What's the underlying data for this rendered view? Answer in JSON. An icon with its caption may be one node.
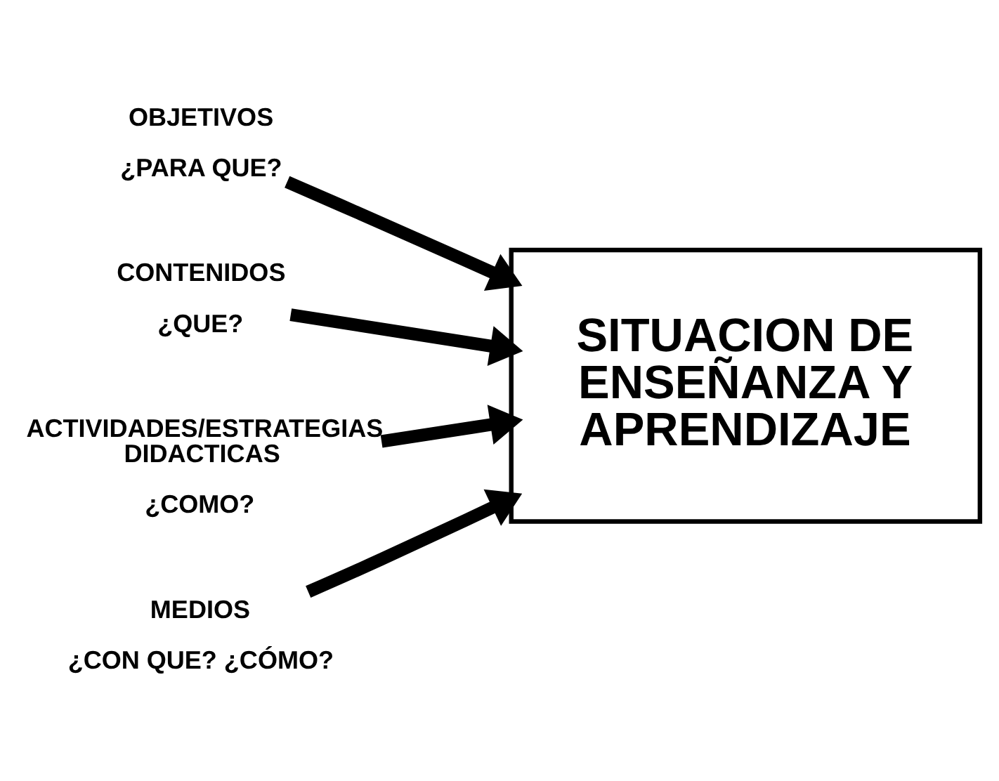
{
  "diagram": {
    "nodes": [
      {
        "text": [
          "OBJETIVOS",
          "¿PARA QUE?"
        ]
      },
      {
        "text": [
          "CONTENIDOS",
          "¿QUE?"
        ]
      },
      {
        "text": [
          "SITUACION DE ENSEÑANZA Y APRENDIZAJE"
        ]
      },
      {
        "text": [
          "ACTIVIDADES/ESTRATEGIAS DIDACTICAS",
          "¿COMO?"
        ]
      },
      {
        "text": [
          "MEDIOS",
          "¿CON QUE? ¿CÓMO?"
        ]
      }
    ],
    "edges": [
      {
        "from": 0,
        "to": 2,
        "arrow": "to"
      },
      {
        "from": 1,
        "to": 2,
        "arrow": "to"
      },
      {
        "from": 3,
        "to": 2,
        "arrow": "to"
      },
      {
        "from": 4,
        "to": 2,
        "arrow": "to"
      }
    ]
  }
}
